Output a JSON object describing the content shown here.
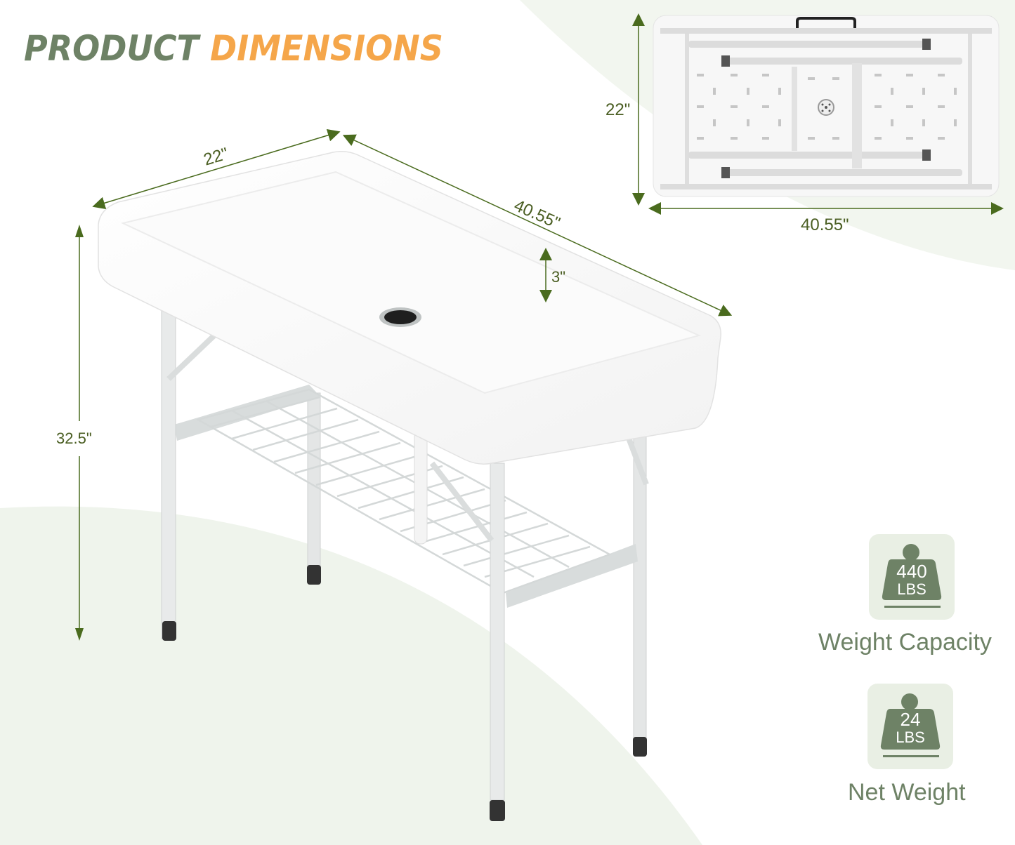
{
  "title": {
    "part1": "PRODUCT",
    "part2": "DIMENSIONS",
    "part1_color": "#6e8266",
    "part2_color": "#f5a64a"
  },
  "main_view": {
    "width_label": "22\"",
    "length_label": "40.55\"",
    "depth_label": "3\"",
    "height_label": "32.5\""
  },
  "folded_view": {
    "width_label": "22\"",
    "length_label": "40.55\""
  },
  "specs": [
    {
      "value": "440",
      "unit": "LBS",
      "label": "Weight Capacity",
      "icon": "weight-icon"
    },
    {
      "value": "24",
      "unit": "LBS",
      "label": "Net Weight",
      "icon": "weight-icon"
    }
  ],
  "colors": {
    "dimension_line": "#4a6b1e",
    "dimension_text": "#4a5e22",
    "accent_green": "#6e8266",
    "badge_bg": "#e9efe4",
    "background_wash": "#eef3ea"
  }
}
